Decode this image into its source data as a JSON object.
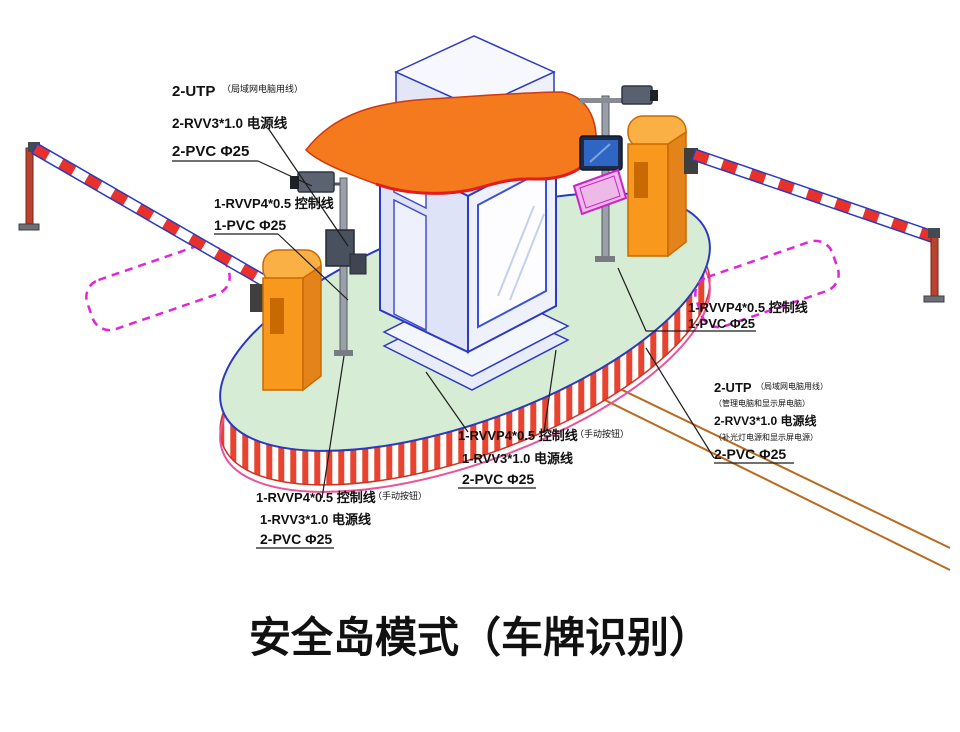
{
  "diagram": {
    "title": "安全岛模式（车牌识别）",
    "labels": {
      "top_left": {
        "l1": "2-UTP",
        "l1_note": "（局域网电脑用线）",
        "l2": "2-RVV3*1.0 电源线",
        "l3": "2-PVC Φ25"
      },
      "left_mid": {
        "l1": "1-RVVP4*0.5 控制线",
        "l2": "1-PVC Φ25"
      },
      "right_mid": {
        "l1": "1-RVVP4*0.5 控制线",
        "l2": "1-PVC Φ25"
      },
      "right_low": {
        "l1": "2-UTP",
        "l1_note": "（局域网电脑用线）",
        "l2_note": "（管理电脑和显示屏电脑）",
        "l3": "2-RVV3*1.0 电源线",
        "l4_note": "（补光灯电源和显示屏电源）",
        "l5": "2-PVC Φ25"
      },
      "center_bottom": {
        "l1": "1-RVVP4*0.5 控制线",
        "l1_note": "（手动按钮）",
        "l2": "1-RVV3*1.0 电源线",
        "l3": "2-PVC Φ25"
      },
      "left_bottom": {
        "l1": "1-RVVP4*0.5 控制线",
        "l1_note": "（手动按钮）",
        "l2": "1-RVV3*1.0 电源线",
        "l3": "2-PVC Φ25"
      }
    },
    "colors": {
      "outline_blue": "#2b3ac0",
      "island_green": "#d6ecd4",
      "stripe_red": "#e8432e",
      "machine_orange": "#f8991d",
      "machine_cap": "#fbb045",
      "canopy_orange": "#f5791d",
      "canopy_edge_red": "#e11d1d",
      "loop_magenta": "#e026d9",
      "lane_line_brown": "#b96a1e"
    }
  }
}
